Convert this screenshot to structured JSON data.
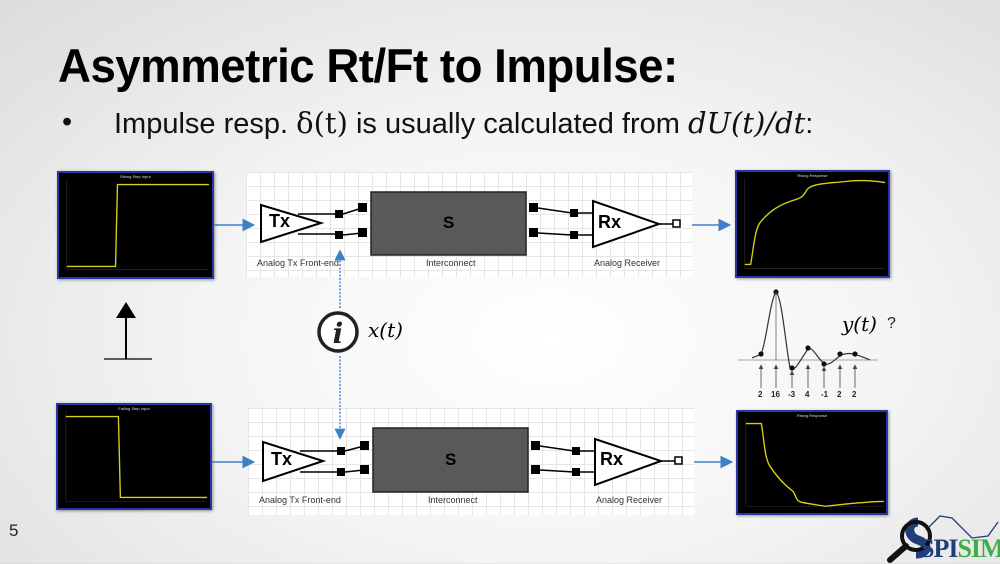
{
  "slide": {
    "title": "Asymmetric Rt/Ft to Impulse:",
    "bullet_symbol": "•",
    "bullet_text_1": "Impulse resp. ",
    "bullet_math_1": "δ(t)",
    "bullet_text_2": " is usually calculated from ",
    "bullet_math_2": "dU(t)/dt",
    "bullet_text_3": ":",
    "slide_number": "5"
  },
  "top_row": {
    "input_scope": {
      "title": "Rising Step Input",
      "trace": "step-up"
    },
    "output_scope": {
      "title": "Rising Response",
      "trace": "rising-response"
    },
    "tx_label": "Tx",
    "channel_label": "S",
    "rx_label": "Rx",
    "tx_caption": "Analog Tx Front-end",
    "channel_caption": "Interconnect",
    "rx_caption": "Analog Receiver"
  },
  "bottom_row": {
    "input_scope": {
      "title": "Falling Step Input",
      "trace": "step-down"
    },
    "output_scope": {
      "title": "Rising Response",
      "trace": "falling-response"
    },
    "tx_label": "Tx",
    "channel_label": "S",
    "rx_label": "Rx",
    "tx_caption": "Analog Tx Front-end",
    "channel_caption": "Interconnect",
    "rx_caption": "Analog Receiver"
  },
  "middle": {
    "info_icon_glyph": "i",
    "x_label": "x(t)",
    "y_label": "y(t)",
    "question": "?",
    "cursor_values": [
      "2",
      "16",
      "-3",
      "4",
      "-1",
      "2",
      "2"
    ]
  },
  "logo": {
    "text_a": "SPI",
    "text_b": "SIM",
    "color_a": "#1f3f7a",
    "color_b": "#3fae49"
  },
  "colors": {
    "trace": "#d6cf1a",
    "arrow": "#3f7fc4",
    "scope_border": "#2a36a8",
    "channel_fill": "#595959"
  }
}
